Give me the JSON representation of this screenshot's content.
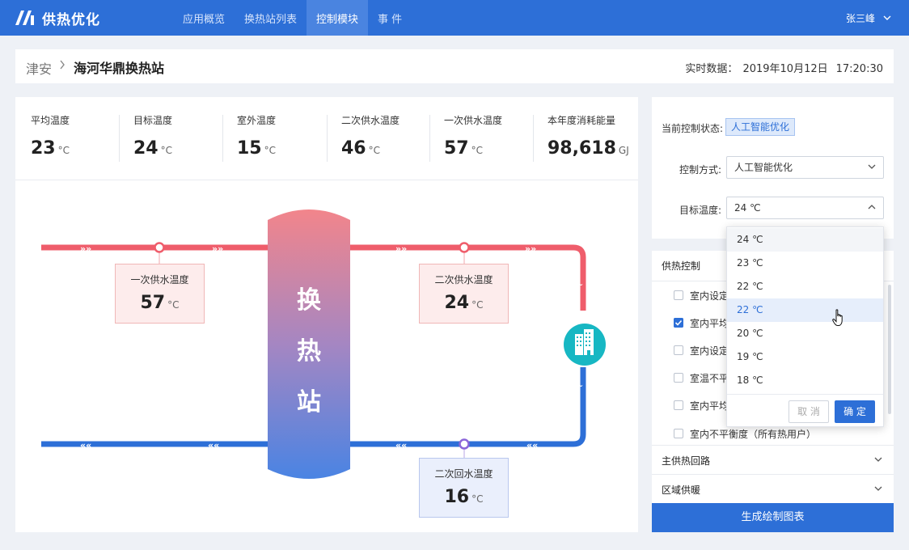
{
  "brand": {
    "name": "供热优化"
  },
  "nav": {
    "items": [
      {
        "label": "应用概览"
      },
      {
        "label": "换热站列表"
      },
      {
        "label": "控制模块"
      },
      {
        "label": "事 件"
      }
    ],
    "active_index": 2
  },
  "user": {
    "name": "张三峰"
  },
  "breadcrumb": {
    "city": "津安",
    "station": "海河华鼎换热站"
  },
  "realtime": {
    "label": "实时数据：",
    "date": "2019年10月12日",
    "time": "17:20:30"
  },
  "stats": [
    {
      "label": "平均温度",
      "value": "23",
      "unit": "°C"
    },
    {
      "label": "目标温度",
      "value": "24",
      "unit": "°C"
    },
    {
      "label": "室外温度",
      "value": "15",
      "unit": "°C"
    },
    {
      "label": "二次供水温度",
      "value": "46",
      "unit": "°C"
    },
    {
      "label": "一次供水温度",
      "value": "57",
      "unit": "°C"
    },
    {
      "label": "本年度消耗能量",
      "value": "98,618",
      "unit": "GJ"
    }
  ],
  "diagram": {
    "station_chars": [
      "换",
      "热",
      "站"
    ],
    "primary_supply": {
      "label": "一次供水温度",
      "value": "57",
      "unit": "°C"
    },
    "secondary_supply": {
      "label": "二次供水温度",
      "value": "24",
      "unit": "°C"
    },
    "secondary_return": {
      "label": "二次回水温度",
      "value": "16",
      "unit": "°C"
    },
    "arrows_right": "»",
    "arrows_left": "«",
    "colors": {
      "hot": "#ef5d6b",
      "cold": "#2d6fd7",
      "building": "#17b7c3"
    }
  },
  "control": {
    "status_label": "当前控制状态:",
    "status_value": "人工智能优化",
    "method_label": "控制方式:",
    "method_value": "人工智能优化",
    "target_label": "目标温度:",
    "target_value": "24 ℃"
  },
  "heating": {
    "title": "供热控制",
    "options": [
      {
        "label": "室内设定",
        "checked": false
      },
      {
        "label": "室内平均",
        "checked": true
      },
      {
        "label": "室内设定",
        "checked": false
      },
      {
        "label": "室温不平",
        "checked": false
      },
      {
        "label": "室内平均",
        "checked": false
      },
      {
        "label": "室内不平衡度（所有热用户）",
        "checked": false
      }
    ]
  },
  "sections": [
    {
      "label": "主供热回路"
    },
    {
      "label": "区域供暖"
    }
  ],
  "generate_button": "生成绘制图表",
  "dropdown": {
    "options": [
      "24 ℃",
      "23 ℃",
      "22 ℃",
      "22 ℃",
      "20 ℃",
      "19 ℃",
      "18 ℃"
    ],
    "hover_index": 3,
    "cancel": "取 消",
    "ok": "确 定"
  }
}
